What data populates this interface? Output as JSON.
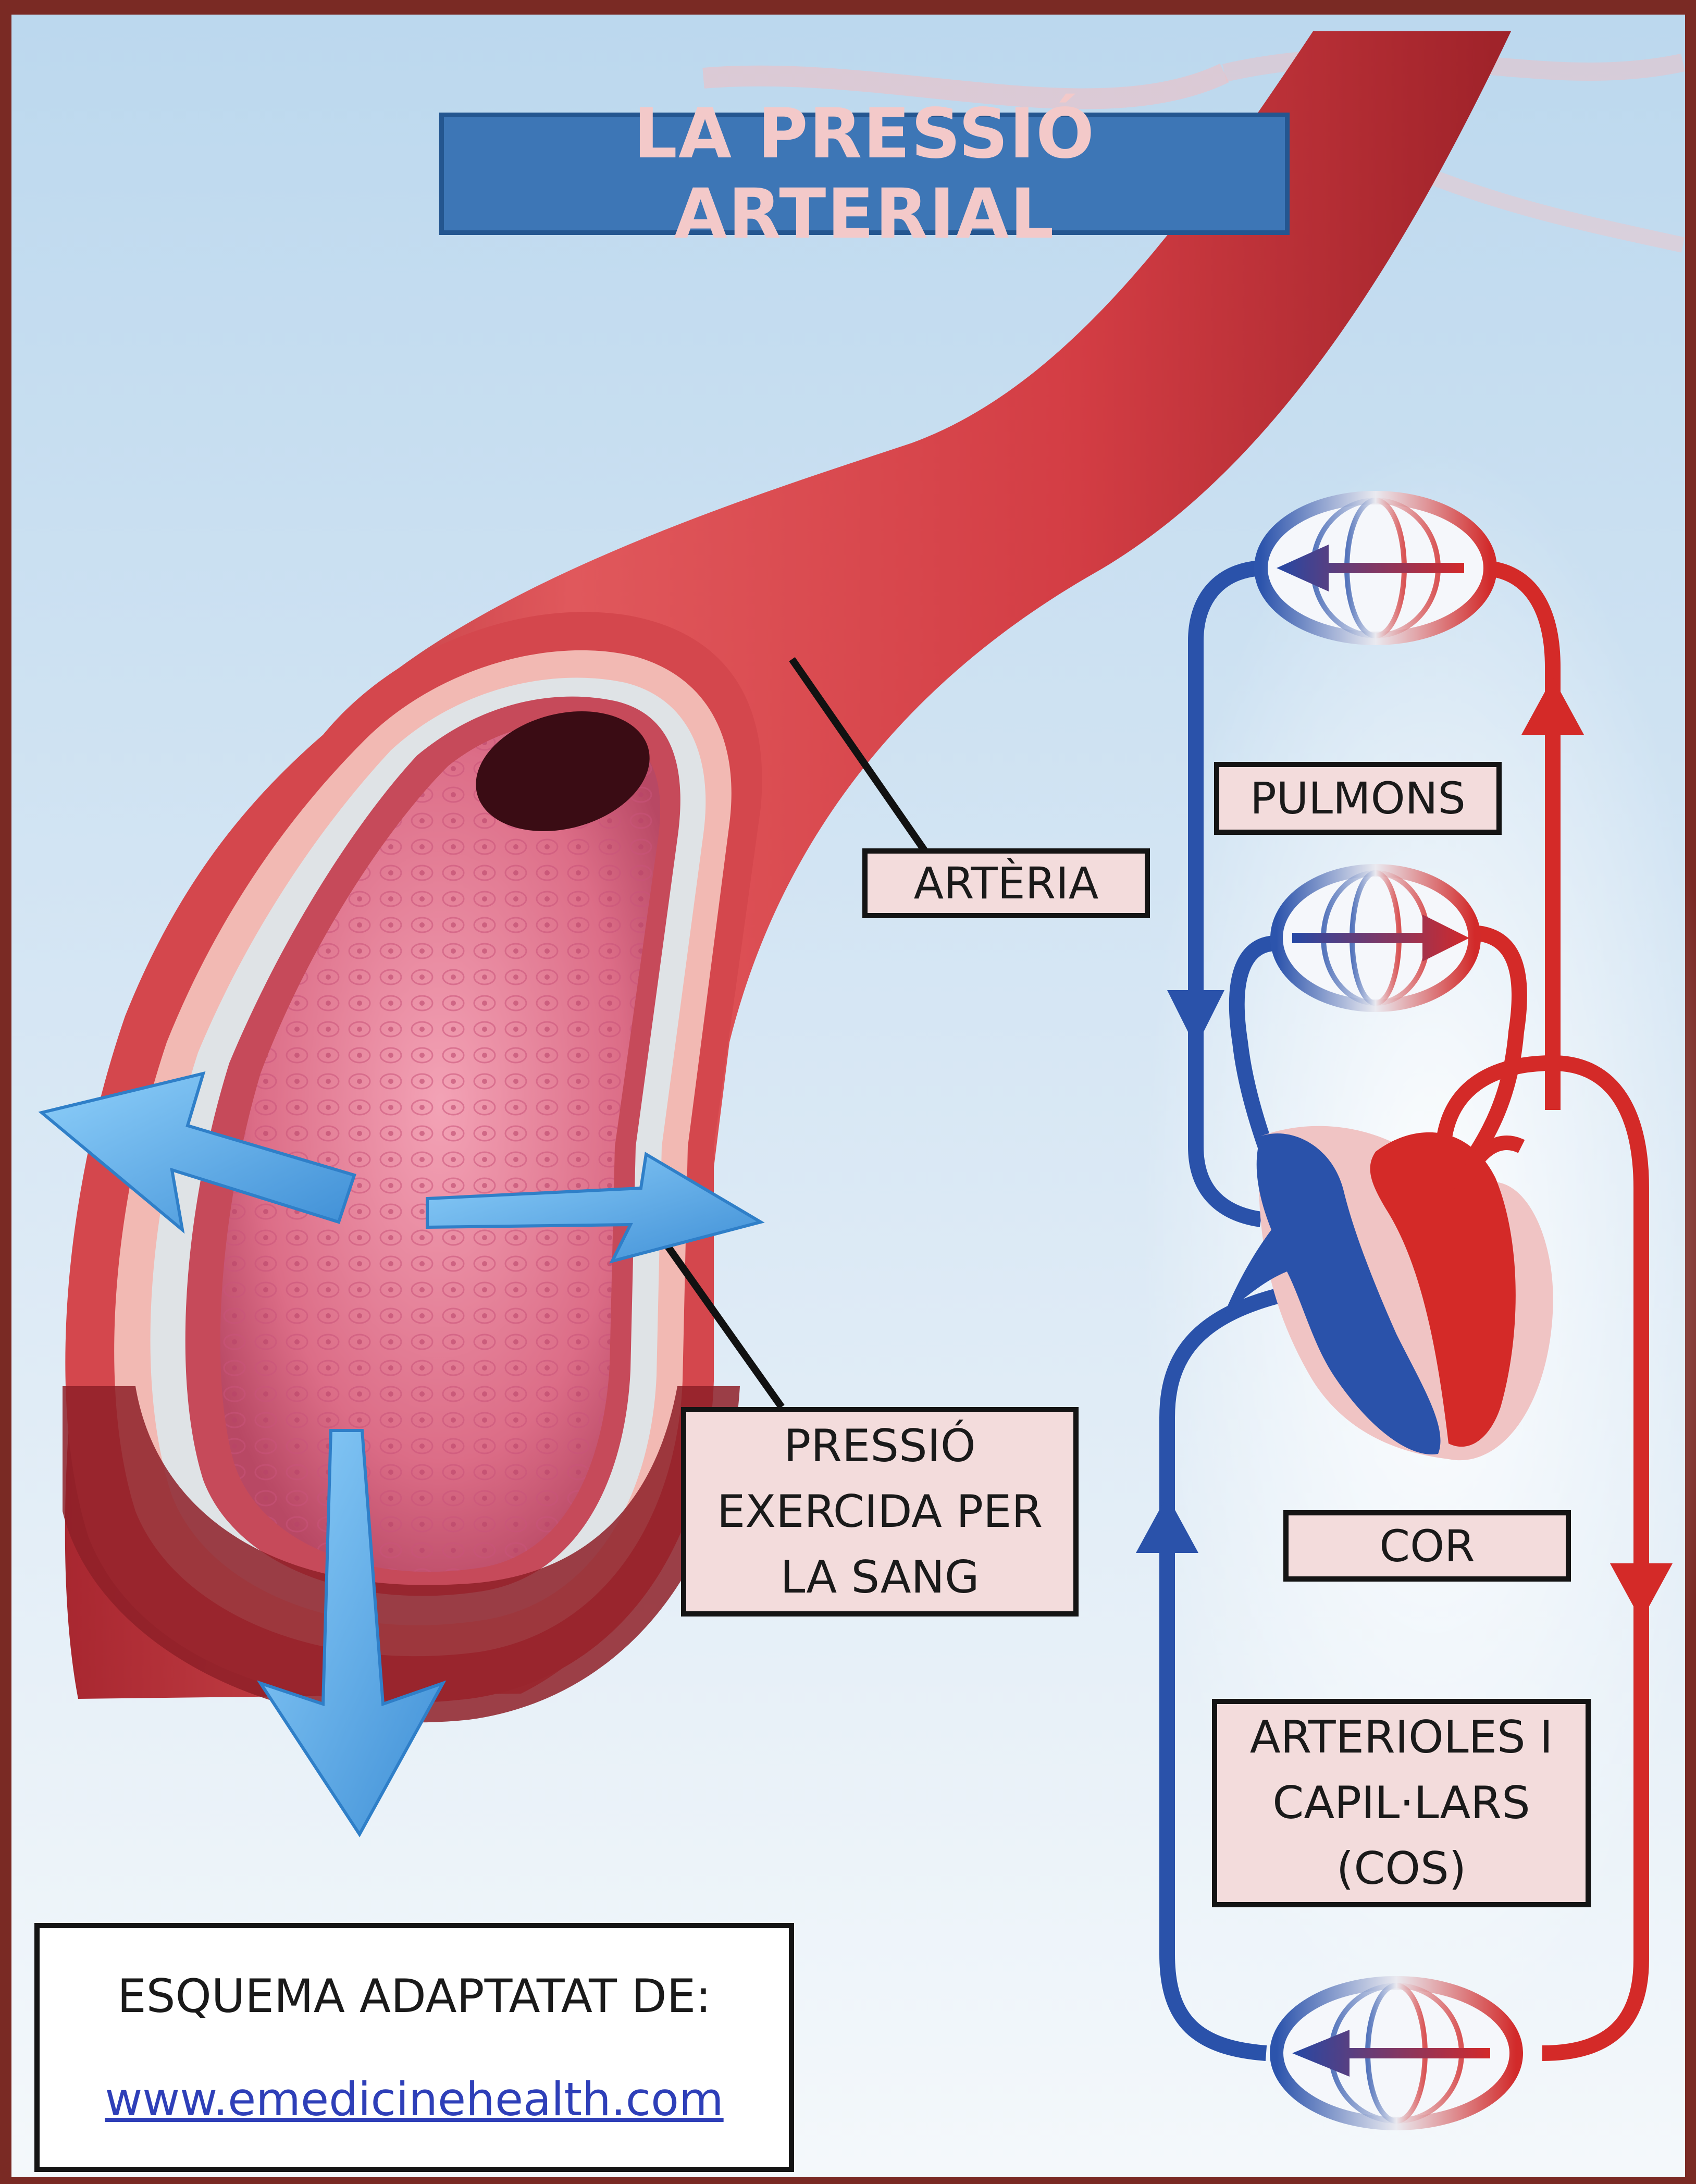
{
  "title": "LA PRESSIÓ ARTERIAL",
  "labels": {
    "arteria": "ARTÈRIA",
    "pulmons": "PULMONS",
    "pressio": [
      "PRESSIÓ",
      "EXERCIDA PER",
      "LA SANG"
    ],
    "cor": "COR",
    "arterioles": [
      "ARTERIOLES I",
      "CAPIL·LARS",
      "(COS)"
    ]
  },
  "source": {
    "heading": "ESQUEMA ADAPTATAT DE:",
    "link": "www.emedicinehealth.com"
  },
  "colors": {
    "sky_top": "#bcd8ee",
    "sky_bottom": "#f4f8fb",
    "frame": "#7a2a24",
    "artery_red": "#d8434a",
    "artery_inner": "#d8577a",
    "pressure_arrow": "#5aa9e6",
    "venous_blue": "#2750a6",
    "arterial_red": "#d42a28",
    "title_bg": "#3d76b6",
    "title_text": "#f3c9c9",
    "label_bg": "#f3dcdc"
  }
}
